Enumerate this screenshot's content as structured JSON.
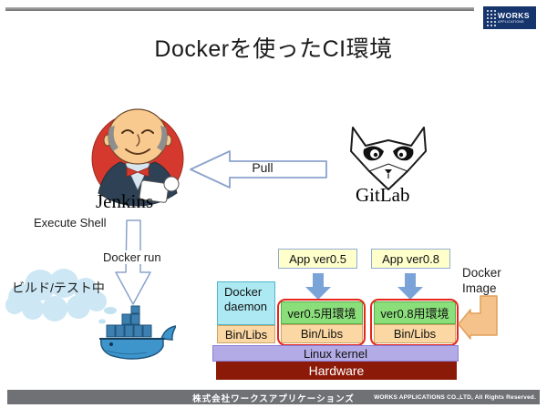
{
  "slide": {
    "title": "Dockerを使ったCI環境",
    "brand": {
      "name": "WORKS",
      "sub": "APPLICATIONS"
    },
    "footer": {
      "company": "株式会社ワークスアプリケーションズ",
      "rights": "WORKS APPLICATIONS CO.,LTD, All Rights Reserved."
    }
  },
  "diagram": {
    "jenkins": "Jenkins",
    "gitlab": "GitLab",
    "execute_shell": "Execute Shell",
    "pull": "Pull",
    "docker_run": "Docker run",
    "build_status": "ビルド/テスト中",
    "docker_image": "Docker Image",
    "stack": {
      "app_v05": "App ver0.5",
      "app_v08": "App ver0.8",
      "docker_daemon": "Docker daemon",
      "env_v05": "ver0.5用環境",
      "env_v08": "ver0.8用環境",
      "bin_libs": "Bin/Libs",
      "linux_kernel": "Linux kernel",
      "hardware": "Hardware"
    },
    "colors": {
      "app_box": "#ffffcc",
      "daemon_box": "#ace9f3",
      "env_box": "#8bdf7b",
      "bin_libs_box": "#fbd8a3",
      "kernel_bar": "#b3abe6",
      "hardware_bar": "#8c1a09",
      "container_outline": "#e6251b",
      "deploy_arrow": "#7aa4d8",
      "outline_arrow_stroke": "#8ba2cc",
      "image_arrow": "#f6c28b",
      "cloud": "#cde7f5",
      "jenkins_red": "#d5382c",
      "whale_blue": "#3d95cc",
      "footer_bar": "#6f7175",
      "brand_navy": "#16356d"
    }
  }
}
